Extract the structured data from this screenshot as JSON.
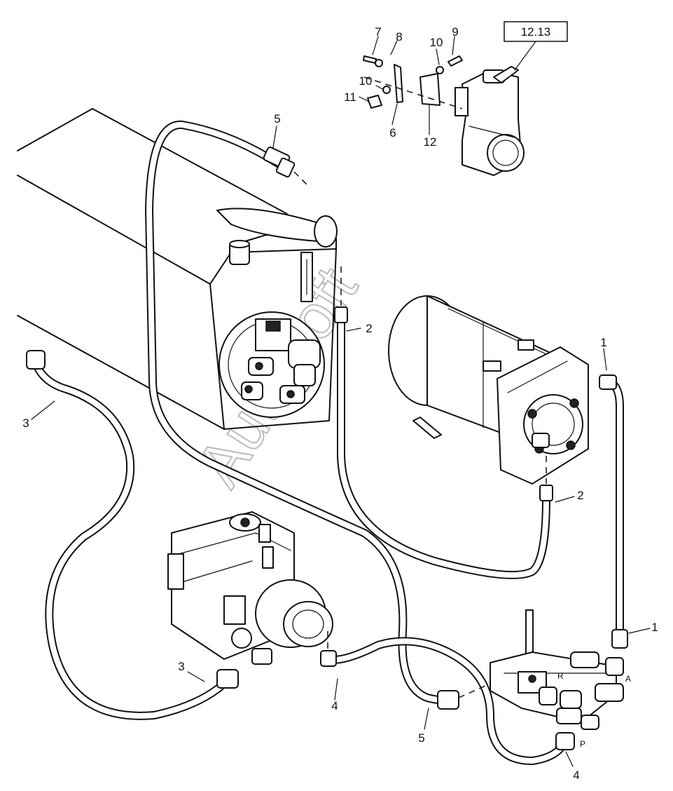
{
  "reference_box": "12.13",
  "watermark": "AutoSoft",
  "callouts": [
    {
      "id": "c-7",
      "text": "7"
    },
    {
      "id": "c-8",
      "text": "8"
    },
    {
      "id": "c-10a",
      "text": "10"
    },
    {
      "id": "c-9",
      "text": "9"
    },
    {
      "id": "c-10b",
      "text": "10"
    },
    {
      "id": "c-11",
      "text": "11"
    },
    {
      "id": "c-6",
      "text": "6"
    },
    {
      "id": "c-12",
      "text": "12"
    },
    {
      "id": "c-5a",
      "text": "5"
    },
    {
      "id": "c-2a",
      "text": "2"
    },
    {
      "id": "c-1a",
      "text": "1"
    },
    {
      "id": "c-3a",
      "text": "3"
    },
    {
      "id": "c-2b",
      "text": "2"
    },
    {
      "id": "c-1b",
      "text": "1"
    },
    {
      "id": "c-3b",
      "text": "3"
    },
    {
      "id": "c-4a",
      "text": "4"
    },
    {
      "id": "c-5b",
      "text": "5"
    },
    {
      "id": "c-4b",
      "text": "4"
    }
  ],
  "port_labels": [
    {
      "id": "p-r",
      "text": "R"
    },
    {
      "id": "p-a",
      "text": "A"
    },
    {
      "id": "p-p",
      "text": "P"
    }
  ]
}
